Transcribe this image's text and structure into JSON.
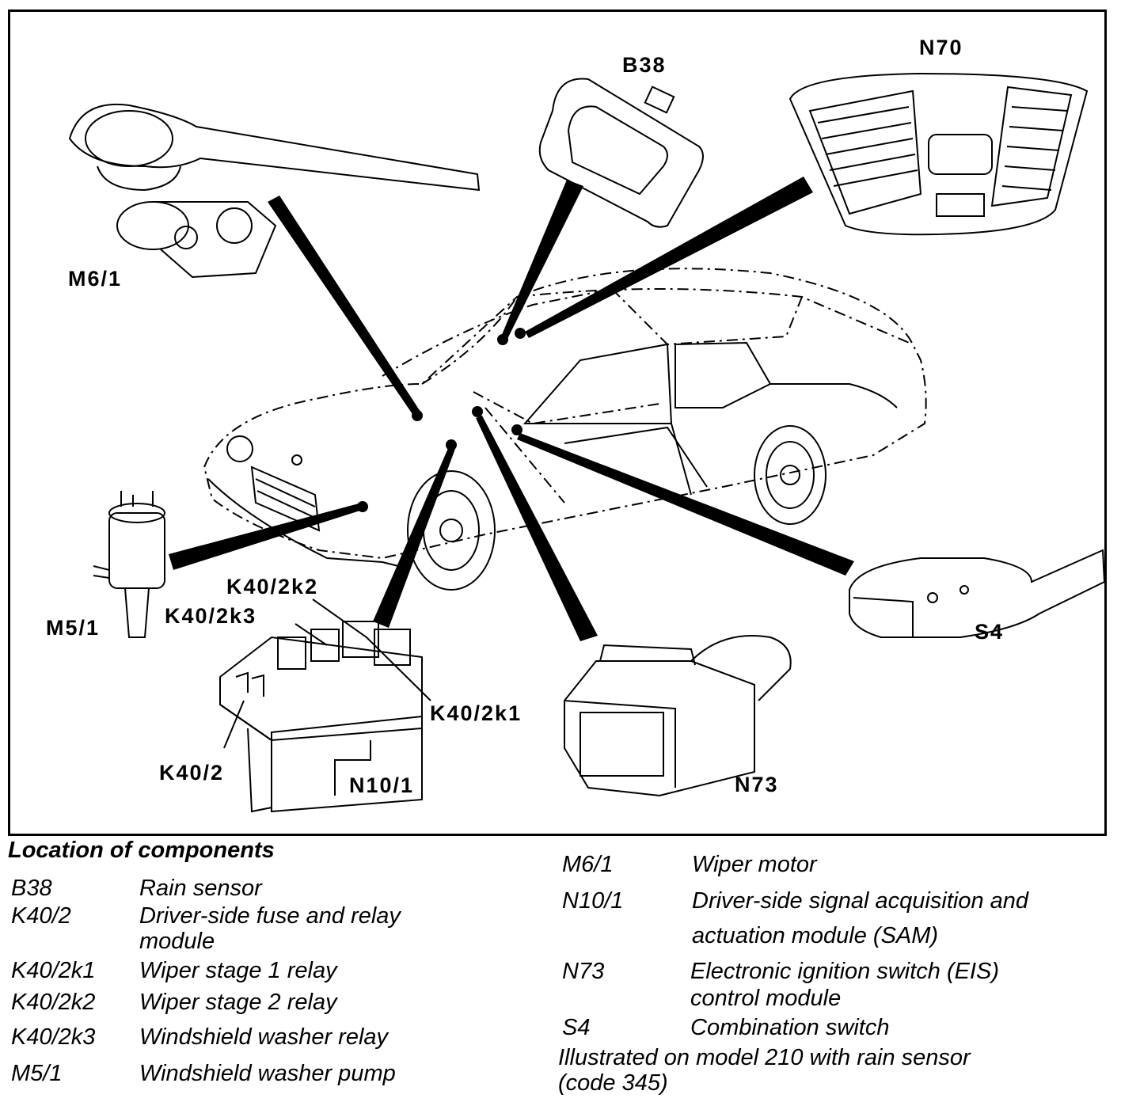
{
  "diagram": {
    "labels": {
      "b38": "B38",
      "n70": "N70",
      "m6_1": "M6/1",
      "m5_1": "M5/1",
      "k40_2k2": "K40/2k2",
      "k40_2k3": "K40/2k3",
      "k40_2k1": "K40/2k1",
      "k40_2": "K40/2",
      "n10_1": "N10/1",
      "n73": "N73",
      "s4": "S4"
    }
  },
  "legend": {
    "title": "Location of components",
    "left": [
      {
        "code": "B38",
        "desc": "Rain sensor"
      },
      {
        "code": "K40/2",
        "desc": "Driver-side fuse and relay",
        "desc2": "module"
      },
      {
        "code": "K40/2k1",
        "desc": "Wiper stage 1 relay"
      },
      {
        "code": "K40/2k2",
        "desc": "Wiper stage 2 relay"
      },
      {
        "code": "K40/2k3",
        "desc": "Windshield washer relay"
      },
      {
        "code": "M5/1",
        "desc": "Windshield washer pump"
      }
    ],
    "right": [
      {
        "code": "M6/1",
        "desc": "Wiper motor"
      },
      {
        "code": "N10/1",
        "desc": "Driver-side signal acquisition and",
        "desc2": "actuation module (SAM)"
      },
      {
        "code": "N73",
        "desc": "Electronic ignition switch (EIS)",
        "desc2": "control module"
      },
      {
        "code": "S4",
        "desc": "Combination switch"
      }
    ],
    "note_line1": "Illustrated on model 210 with rain sensor",
    "note_line2": "(code 345)"
  }
}
